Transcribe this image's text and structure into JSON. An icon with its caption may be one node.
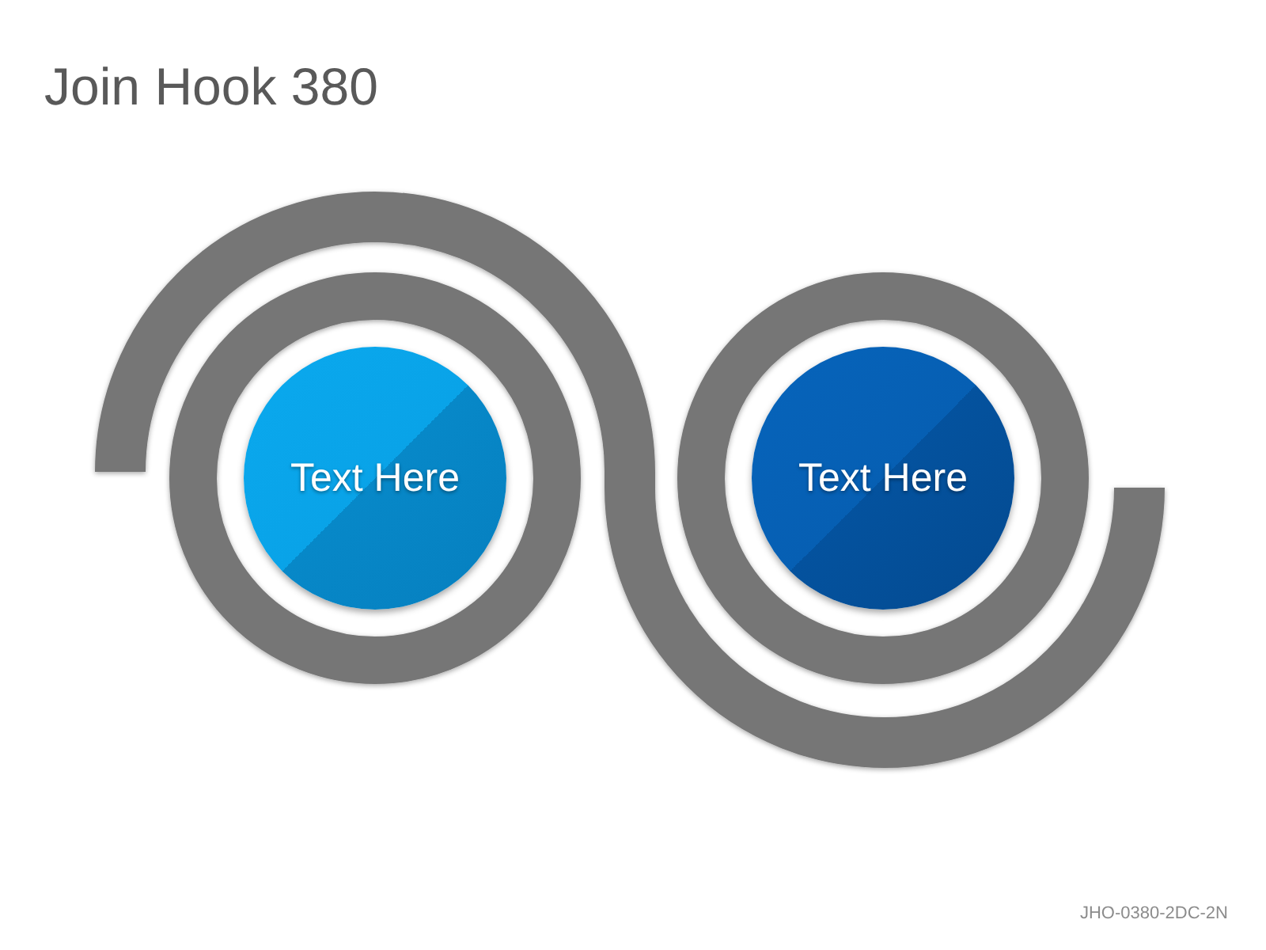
{
  "diagram": {
    "title": "Join Hook 380",
    "nodes": [
      {
        "text": [
          "Text Here"
        ]
      },
      {
        "text": [
          "Text Here"
        ]
      }
    ],
    "labels": [
      "JHO-0380-2DC-2N"
    ]
  }
}
